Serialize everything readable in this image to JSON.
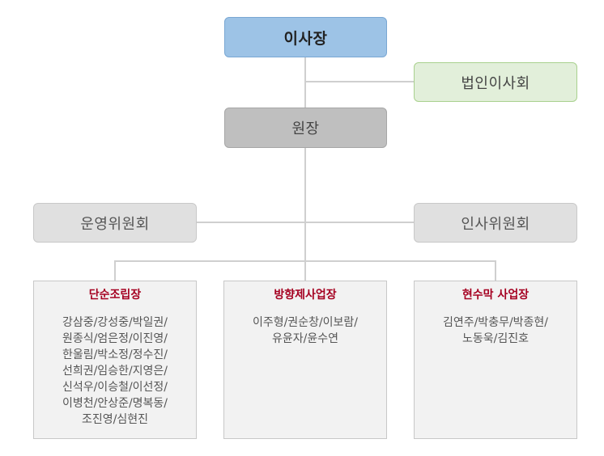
{
  "org": {
    "top": "이사장",
    "board": "법인이사회",
    "director": "원장",
    "committee_left": "운영위원회",
    "committee_right": "인사위원회",
    "sites": [
      {
        "title": "단순조립장",
        "members": "강삼중/강성중/박일권/\n원종식/엄은정/이진영/\n한울림/박소정/정수진/\n선희권/임승한/지영은/\n신석우/이승철/이선정/\n이병천/안상준/명복동/\n조진영/심현진"
      },
      {
        "title": "방향제사업장",
        "members": "이주형/권순창/이보람/\n유윤자/윤수연"
      },
      {
        "title": "현수막 사업장",
        "members": "김연주/박충무/박종현/\n노동욱/김진호"
      }
    ]
  }
}
